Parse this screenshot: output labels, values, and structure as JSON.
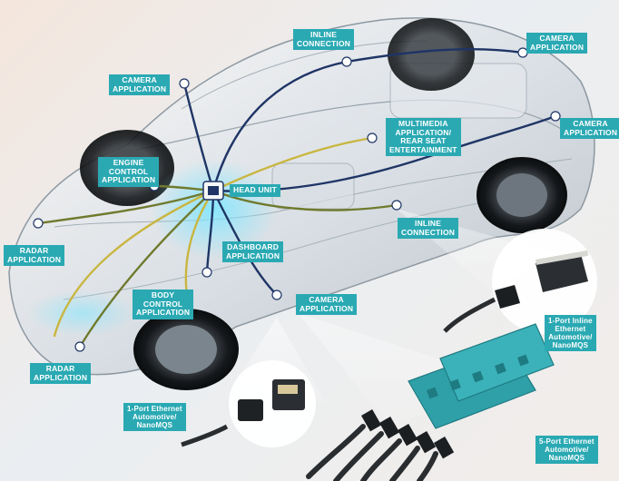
{
  "labels": {
    "inline_connection_top": [
      "INLINE",
      "CONNECTION"
    ],
    "camera_top_left": [
      "CAMERA",
      "APPLICATION"
    ],
    "camera_top_right": [
      "CAMERA",
      "APPLICATION"
    ],
    "camera_right": [
      "CAMERA",
      "APPLICATION"
    ],
    "multimedia": [
      "MULTIMEDIA",
      "APPLICATION/",
      "REAR SEAT",
      "ENTERTAINMENT"
    ],
    "engine_control": [
      "ENGINE",
      "CONTROL",
      "APPLICATION"
    ],
    "head_unit": [
      "HEAD UNIT"
    ],
    "inline_connection_mid": [
      "INLINE",
      "CONNECTION"
    ],
    "radar_left": [
      "RADAR",
      "APPLICATION"
    ],
    "dashboard": [
      "DASHBOARD",
      "APPLICATION"
    ],
    "body_control": [
      "BODY",
      "CONTROL",
      "APPLICATION"
    ],
    "camera_bottom": [
      "CAMERA",
      "APPLICATION"
    ],
    "radar_bottom": [
      "RADAR",
      "APPLICATION"
    ]
  },
  "products": {
    "inline_1port": [
      "1-Port Inline",
      "Ethernet",
      "Automotive/",
      "NanoMQS"
    ],
    "ethernet_1port": [
      "1-Port Ethernet",
      "Automotive/",
      "NanoMQS"
    ],
    "ethernet_5port": [
      "5-Port Ethernet",
      "Automotive/",
      "NanoMQS"
    ]
  },
  "colors": {
    "label_bg": "#2aa9b3",
    "cable_navy": "#1f3566",
    "cable_olive": "#6f7a2e",
    "cable_yellow": "#c9b640",
    "connector_teal": "#2fa0a8"
  }
}
